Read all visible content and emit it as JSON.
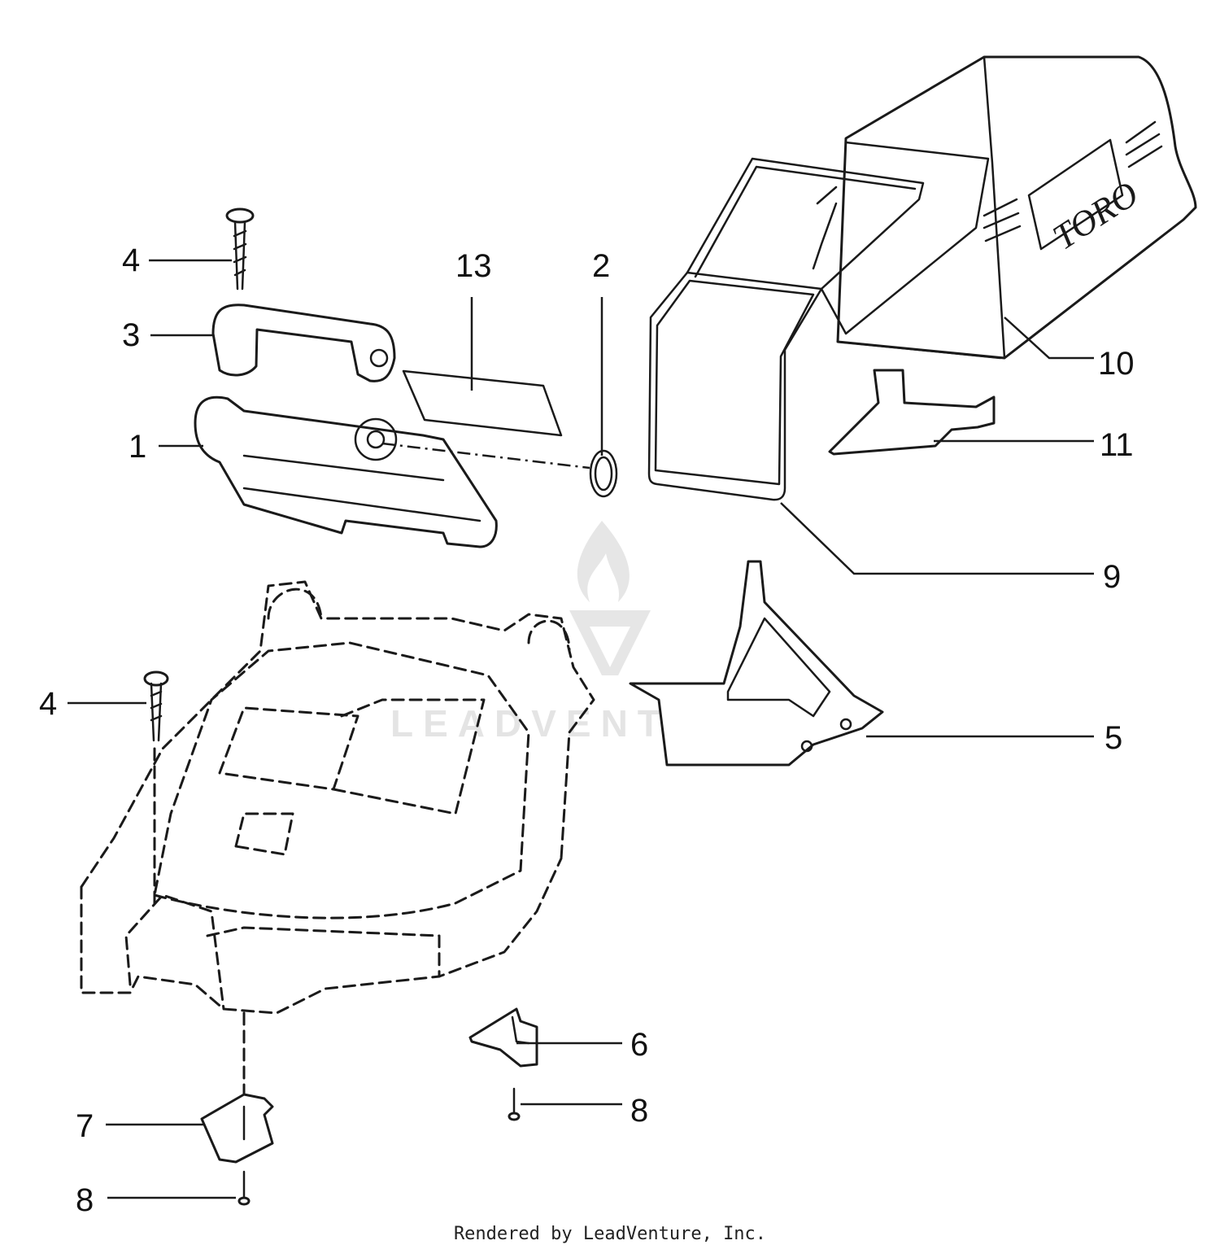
{
  "callouts": {
    "c1": "1",
    "c2": "2",
    "c3": "3",
    "c4a": "4",
    "c4b": "4",
    "c5": "5",
    "c6": "6",
    "c7": "7",
    "c8a": "8",
    "c8b": "8",
    "c9": "9",
    "c10": "10",
    "c11": "11",
    "c13": "13"
  },
  "bag_logo": "TORO",
  "watermark": "LEADVENTURE",
  "credit": "Rendered by LeadVenture, Inc."
}
